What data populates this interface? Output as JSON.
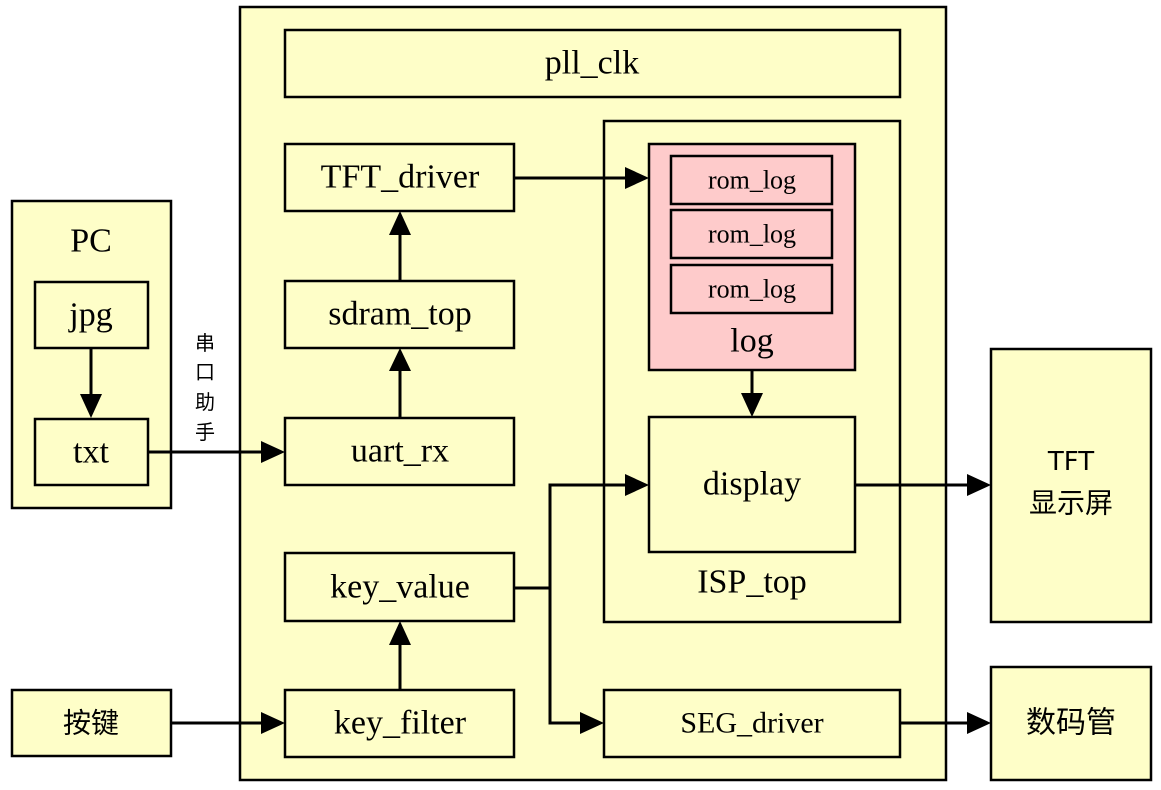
{
  "nodes": {
    "pc": "PC",
    "jpg": "jpg",
    "txt": "txt",
    "serial_helper": [
      "串",
      "口",
      "助",
      "手"
    ],
    "keys": "按键",
    "pll_clk": "pll_clk",
    "tft_driver": "TFT_driver",
    "sdram_top": "sdram_top",
    "uart_rx": "uart_rx",
    "key_value": "key_value",
    "key_filter": "key_filter",
    "rom_log": [
      "rom_log",
      "rom_log",
      "rom_log"
    ],
    "log": "log",
    "display": "display",
    "isp_top": "ISP_top",
    "seg_driver": "SEG_driver",
    "tft_screen": [
      "TFT",
      "显示屏"
    ],
    "seven_seg": "数码管"
  },
  "edges": [
    {
      "from": "jpg",
      "to": "txt"
    },
    {
      "from": "txt",
      "to": "uart_rx",
      "label": "串口助手"
    },
    {
      "from": "uart_rx",
      "to": "sdram_top"
    },
    {
      "from": "sdram_top",
      "to": "tft_driver"
    },
    {
      "from": "tft_driver",
      "to": "log"
    },
    {
      "from": "log",
      "to": "display"
    },
    {
      "from": "key_value",
      "to": "display"
    },
    {
      "from": "key_value",
      "to": "seg_driver"
    },
    {
      "from": "key_filter",
      "to": "key_value"
    },
    {
      "from": "keys",
      "to": "key_filter"
    },
    {
      "from": "display",
      "to": "tft_screen"
    },
    {
      "from": "seg_driver",
      "to": "seven_seg"
    }
  ],
  "colors": {
    "block_fill": "#fefec8",
    "log_fill": "#fecbcb",
    "stroke": "#000000"
  }
}
